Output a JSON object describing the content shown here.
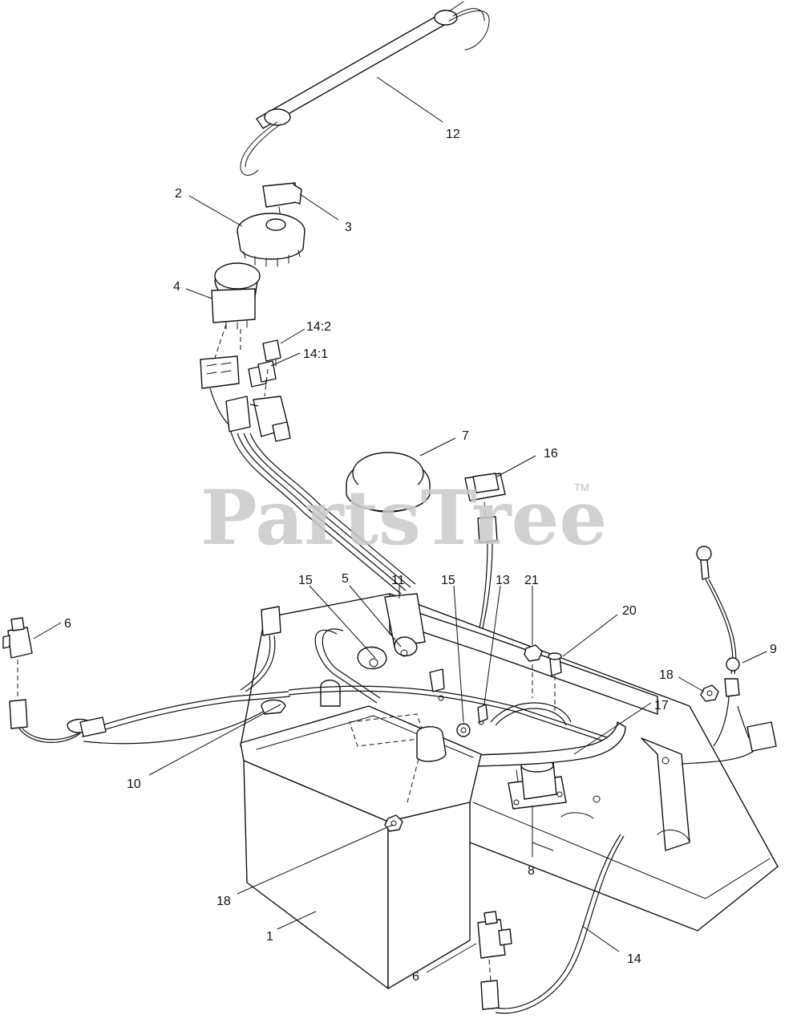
{
  "watermark": {
    "text": "PartsTree",
    "trademark": "TM"
  },
  "callouts": [
    {
      "id": "c12",
      "label": "12"
    },
    {
      "id": "c2",
      "label": "2"
    },
    {
      "id": "c3",
      "label": "3"
    },
    {
      "id": "c4",
      "label": "4"
    },
    {
      "id": "c14-2",
      "label": "14:2"
    },
    {
      "id": "c14-1",
      "label": "14:1"
    },
    {
      "id": "c7",
      "label": "7"
    },
    {
      "id": "c16",
      "label": "16"
    },
    {
      "id": "c15a",
      "label": "15"
    },
    {
      "id": "c5",
      "label": "5"
    },
    {
      "id": "c11",
      "label": "11"
    },
    {
      "id": "c15b",
      "label": "15"
    },
    {
      "id": "c13",
      "label": "13"
    },
    {
      "id": "c21",
      "label": "21"
    },
    {
      "id": "c20",
      "label": "20"
    },
    {
      "id": "c6a",
      "label": "6"
    },
    {
      "id": "c9",
      "label": "9"
    },
    {
      "id": "c18a",
      "label": "18"
    },
    {
      "id": "c17",
      "label": "17"
    },
    {
      "id": "c10",
      "label": "10"
    },
    {
      "id": "c8",
      "label": "8"
    },
    {
      "id": "c18b",
      "label": "18"
    },
    {
      "id": "c1",
      "label": "1"
    },
    {
      "id": "c14",
      "label": "14"
    },
    {
      "id": "c6b",
      "label": "6"
    }
  ]
}
